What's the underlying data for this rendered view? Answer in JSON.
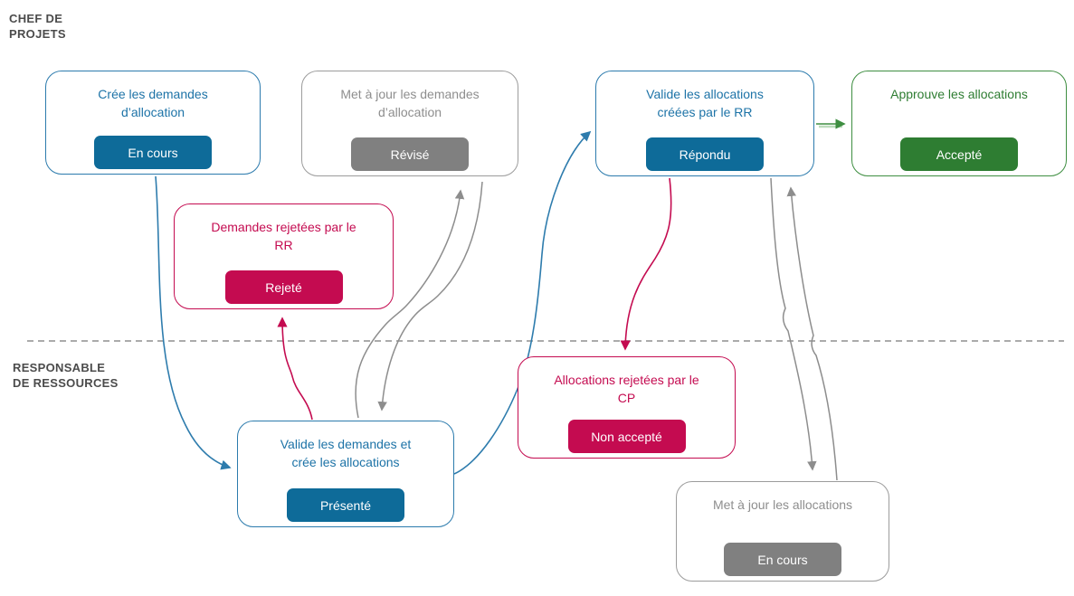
{
  "diagram": {
    "lanes": {
      "top_label": "CHEF DE\nPROJETS",
      "bottom_label": "RESPONSABLE\nDE RESSOURCES"
    },
    "nodes": [
      {
        "title": "Crée les demandes\nd’allocation",
        "status": "En cours",
        "color": "blue",
        "lane": "chef-de-projets"
      },
      {
        "title": "Met à jour les demandes\nd’allocation",
        "status": "Révisé",
        "color": "gray",
        "lane": "chef-de-projets"
      },
      {
        "title": "Valide les allocations\ncréées par le RR",
        "status": "Répondu",
        "color": "blue",
        "lane": "chef-de-projets"
      },
      {
        "title": "Approuve les allocations",
        "status": "Accepté",
        "color": "green",
        "lane": "chef-de-projets"
      },
      {
        "title": "Demandes rejetées par le\nRR",
        "status": "Rejeté",
        "color": "red",
        "lane": "chef-de-projets"
      },
      {
        "title": "Valide les demandes et\ncrée les allocations",
        "status": "Présenté",
        "color": "blue",
        "lane": "responsable-de-ressources"
      },
      {
        "title": "Allocations rejetées par le\nCP",
        "status": "Non accepté",
        "color": "red",
        "lane": "responsable-de-ressources"
      },
      {
        "title": "Met à jour les allocations",
        "status": "En cours",
        "color": "gray",
        "lane": "responsable-de-ressources"
      }
    ],
    "connections": [
      {
        "from": "Crée les demandes d’allocation",
        "to": "Valide les demandes et crée les allocations",
        "color": "blue"
      },
      {
        "from": "Valide les demandes et crée les allocations",
        "to": "Demandes rejetées par le RR",
        "color": "red"
      },
      {
        "from": "Valide les demandes et crée les allocations",
        "to": "Met à jour les demandes d’allocation",
        "color": "gray"
      },
      {
        "from": "Met à jour les demandes d’allocation",
        "to": "Valide les demandes et crée les allocations",
        "color": "gray"
      },
      {
        "from": "Valide les demandes et crée les allocations",
        "to": "Valide les allocations créées par le RR",
        "color": "blue"
      },
      {
        "from": "Valide les allocations créées par le RR",
        "to": "Allocations rejetées par le CP",
        "color": "red"
      },
      {
        "from": "Valide les allocations créées par le RR",
        "to": "Approuve les allocations",
        "color": "green"
      },
      {
        "from": "Valide les allocations créées par le RR",
        "to": "Met à jour les allocations",
        "color": "gray"
      },
      {
        "from": "Met à jour les allocations",
        "to": "Valide les allocations créées par le RR",
        "color": "gray"
      }
    ],
    "colors": {
      "blue_button": "#0E6B99",
      "blue_border": "#2C7BAD",
      "blue_text": "#1D73A7",
      "gray_button": "#808080",
      "gray_border": "#9C9C9C",
      "gray_text": "#8E8E8E",
      "green_button": "#2E7D32",
      "green_border": "#3E8E41",
      "red": "#C40B50",
      "arrow_blue": "#2E7CAD",
      "arrow_gray": "#8D8D8D",
      "arrow_red": "#C40B50",
      "arrow_green": "#3E8E41",
      "lane_divider": "#ABABAB",
      "lane_label_text": "#4B4B4B"
    }
  }
}
